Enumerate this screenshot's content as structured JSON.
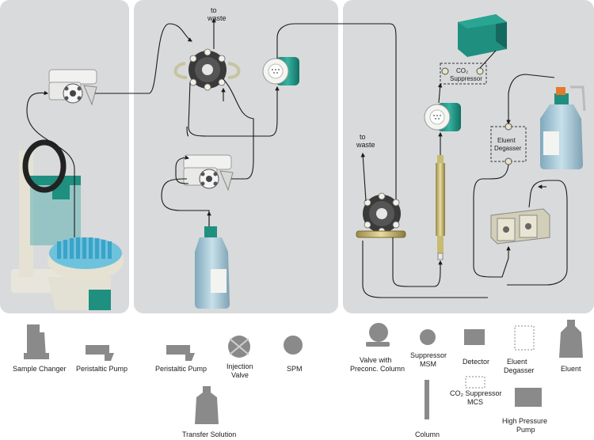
{
  "diagram": {
    "waste_label_1": "to",
    "waste_label_2": "waste",
    "co2_suppressor_line1": "CO₂",
    "co2_suppressor_line2": "Suppressor",
    "eluent_degasser_line1": "Eluent",
    "eluent_degasser_line2": "Degasser"
  },
  "legend": {
    "sample_changer": "Sample Changer",
    "peristaltic_pump_1": "Peristaltic Pump",
    "peristaltic_pump_2": "Peristaltic Pump",
    "injection_valve_line1": "Injection",
    "injection_valve_line2": "Valve",
    "spm": "SPM",
    "transfer_solution": "Transfer Solution",
    "valve_preconc_line1": "Valve with",
    "valve_preconc_line2": "Preconc. Column",
    "suppressor_msm_line1": "Suppressor",
    "suppressor_msm_line2": "MSM",
    "column": "Column",
    "detector": "Detector",
    "co2_suppressor_mcs_line1": "CO₂ Suppressor",
    "co2_suppressor_mcs_line2": "MCS",
    "eluent_degasser_line1": "Eluent",
    "eluent_degasser_line2": "Degasser",
    "high_pressure_pump_line1": "High Pressure",
    "high_pressure_pump_line2": "Pump",
    "eluent": "Eluent"
  },
  "colors": {
    "panel": "#d9dadb",
    "teal": "#1f8f80",
    "bottle_blue": "#a9c8d6",
    "legend_icon": "#8a8a8a",
    "tubing": "#1a1a1a"
  }
}
